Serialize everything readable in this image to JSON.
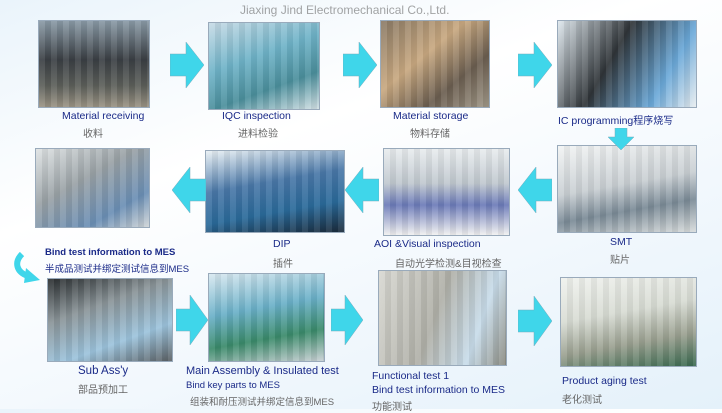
{
  "steps": [
    {
      "en": "Material receiving",
      "cn": "收料"
    },
    {
      "en": "IQC inspection",
      "cn": "进料检验"
    },
    {
      "en": "Material storage",
      "cn": "物料存储"
    },
    {
      "en": "IC programming",
      "cn": "程序烧写"
    },
    {
      "en": "SMT",
      "cn": "贴片"
    },
    {
      "en": "AOI &Visual inspection",
      "cn": "自动光学检测&目视检查"
    },
    {
      "en": "DIP",
      "cn": "插件"
    },
    {
      "en": "Bind test information to MES",
      "cn": "半成品测试并绑定测试信息到MES"
    },
    {
      "en": "Sub Ass'y",
      "cn": "部品预加工"
    },
    {
      "en": "Main Assembly & Insulated test",
      "sub": "Bind key parts to MES",
      "cn": "组装和耐压测试并绑定信息到MES"
    },
    {
      "en": "Functional test 1",
      "sub": "Bind test information to MES",
      "cn": "功能测试"
    },
    {
      "en": "Product aging test",
      "cn": "老化测试"
    }
  ],
  "watermark": "Jiaxing Jind Electromechanical Co.,Ltd.",
  "colors": {
    "arrow": "#3fd6ea",
    "label": "#1a2a88"
  }
}
